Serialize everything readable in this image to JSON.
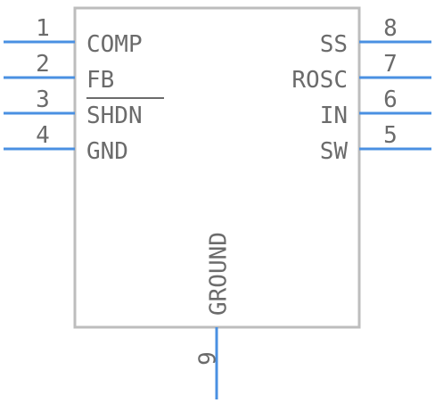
{
  "component": {
    "colors": {
      "pin": "#4a90e2",
      "outline": "#bdbdbd",
      "text": "#6b6b6b"
    },
    "pins": [
      {
        "number": "1",
        "label": "COMP",
        "side": "left",
        "inverted": false
      },
      {
        "number": "2",
        "label": "FB",
        "side": "left",
        "inverted": false
      },
      {
        "number": "3",
        "label": "SHDN",
        "side": "left",
        "inverted": true
      },
      {
        "number": "4",
        "label": "GND",
        "side": "left",
        "inverted": false
      },
      {
        "number": "8",
        "label": "SS",
        "side": "right",
        "inverted": false
      },
      {
        "number": "7",
        "label": "ROSC",
        "side": "right",
        "inverted": false
      },
      {
        "number": "6",
        "label": "IN",
        "side": "right",
        "inverted": false
      },
      {
        "number": "5",
        "label": "SW",
        "side": "right",
        "inverted": false
      },
      {
        "number": "9",
        "label": "GROUND",
        "side": "bottom",
        "inverted": false
      }
    ]
  }
}
